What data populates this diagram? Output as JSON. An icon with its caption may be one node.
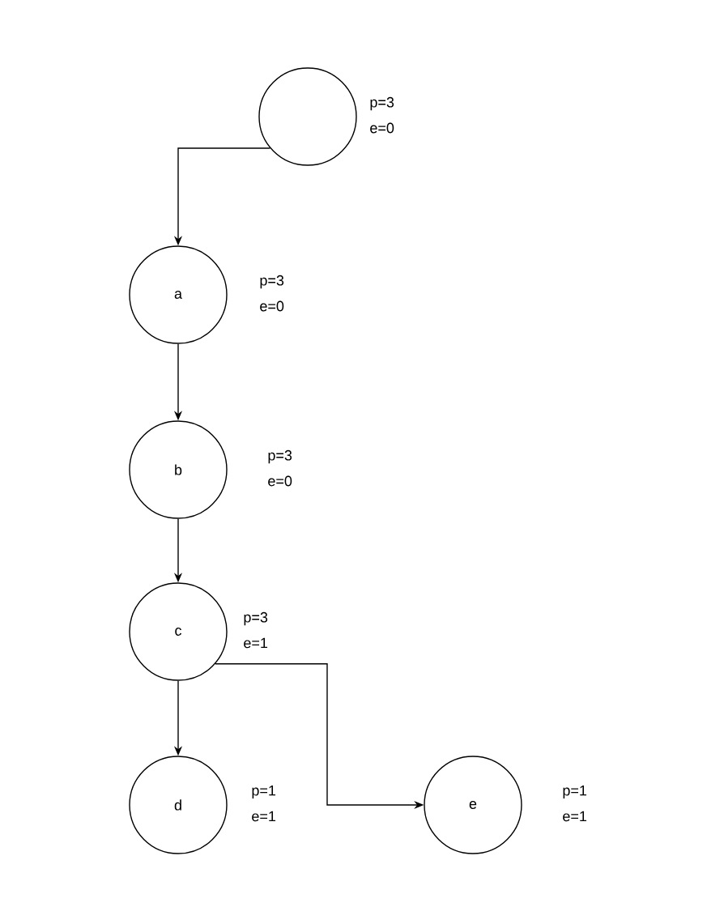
{
  "diagram": {
    "nodes": [
      {
        "text": [],
        "shape": "circle",
        "beside": [
          "p=3",
          "e=0"
        ]
      },
      {
        "text": [
          "a"
        ],
        "beside": [
          "p=3",
          "e=0"
        ]
      },
      {
        "text": [
          "b"
        ],
        "beside": [
          "p=3",
          "e=0"
        ]
      },
      {
        "text": [
          "c"
        ],
        "beside": [
          "p=3",
          "e=1"
        ]
      },
      {
        "text": [
          "d"
        ],
        "beside": [
          "p=1",
          "e=1"
        ]
      },
      {
        "text": [
          "e"
        ],
        "beside": [
          "p=1",
          "e=1"
        ]
      }
    ],
    "edges": [
      {
        "from": 0,
        "to": 1,
        "arrow": "to"
      },
      {
        "from": 1,
        "to": 2,
        "arrow": "to"
      },
      {
        "from": 2,
        "to": 3,
        "arrow": "to"
      },
      {
        "from": 3,
        "to": 4,
        "arrow": "to"
      },
      {
        "from": 3,
        "to": 5,
        "arrow": "to"
      }
    ]
  }
}
